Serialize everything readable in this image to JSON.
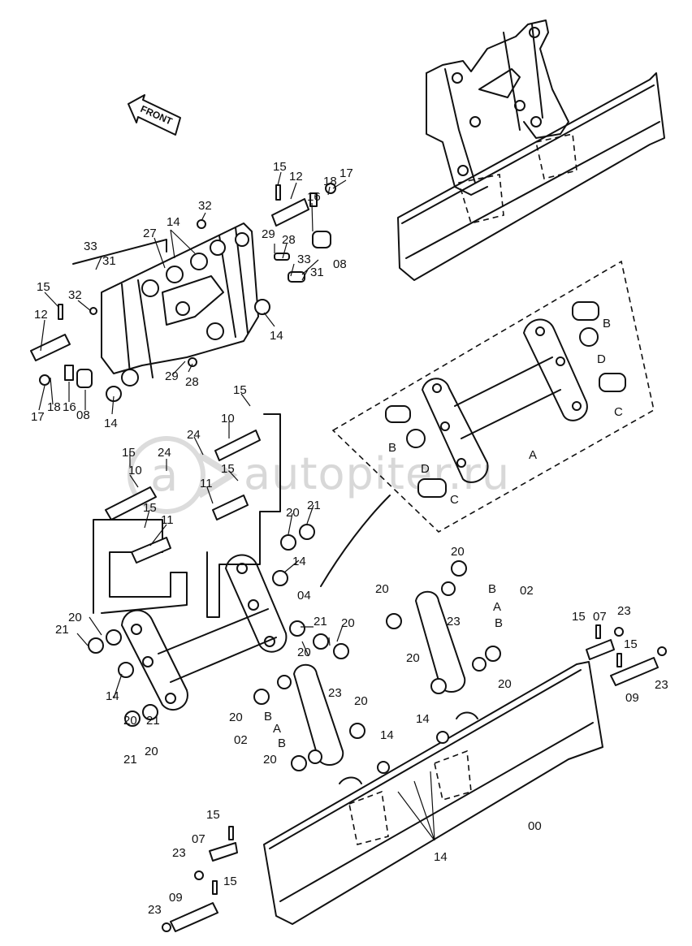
{
  "watermark": "autopiter.ru",
  "front_arrow_label": "FRONT",
  "callouts": [
    {
      "id": "c1",
      "text": "15"
    },
    {
      "id": "c2",
      "text": "12"
    },
    {
      "id": "c3",
      "text": "18"
    },
    {
      "id": "c4",
      "text": "17"
    },
    {
      "id": "c5",
      "text": "32"
    },
    {
      "id": "c6",
      "text": "14"
    },
    {
      "id": "c7",
      "text": "27"
    },
    {
      "id": "c8",
      "text": "16"
    },
    {
      "id": "c9",
      "text": "29"
    },
    {
      "id": "c10",
      "text": "28"
    },
    {
      "id": "c11",
      "text": "33"
    },
    {
      "id": "c12",
      "text": "08"
    },
    {
      "id": "c13",
      "text": "33"
    },
    {
      "id": "c14",
      "text": "31"
    },
    {
      "id": "c15",
      "text": "31"
    },
    {
      "id": "c16",
      "text": "15"
    },
    {
      "id": "c17",
      "text": "32"
    },
    {
      "id": "c18",
      "text": "12"
    },
    {
      "id": "c19",
      "text": "14"
    },
    {
      "id": "c20",
      "text": "29"
    },
    {
      "id": "c21",
      "text": "28"
    },
    {
      "id": "c22",
      "text": "17"
    },
    {
      "id": "c23",
      "text": "18"
    },
    {
      "id": "c24",
      "text": "16"
    },
    {
      "id": "c25",
      "text": "08"
    },
    {
      "id": "c26",
      "text": "14"
    },
    {
      "id": "c27",
      "text": "15"
    },
    {
      "id": "c28",
      "text": "10"
    },
    {
      "id": "c29",
      "text": "24"
    },
    {
      "id": "c30",
      "text": "15"
    },
    {
      "id": "c31",
      "text": "24"
    },
    {
      "id": "c32",
      "text": "10"
    },
    {
      "id": "c33",
      "text": "15"
    },
    {
      "id": "c34",
      "text": "11"
    },
    {
      "id": "c35",
      "text": "15"
    },
    {
      "id": "c36",
      "text": "11"
    },
    {
      "id": "c37",
      "text": "20"
    },
    {
      "id": "c38",
      "text": "21"
    },
    {
      "id": "c39",
      "text": "14"
    },
    {
      "id": "c40",
      "text": "04"
    },
    {
      "id": "c41",
      "text": "20"
    },
    {
      "id": "c42",
      "text": "21"
    },
    {
      "id": "c43",
      "text": "14"
    },
    {
      "id": "c44",
      "text": "21"
    },
    {
      "id": "c45",
      "text": "20"
    },
    {
      "id": "c46",
      "text": "20"
    },
    {
      "id": "c47",
      "text": "21"
    },
    {
      "id": "c48",
      "text": "20"
    },
    {
      "id": "c49",
      "text": "20"
    },
    {
      "id": "c50",
      "text": "20"
    },
    {
      "id": "c51",
      "text": "B"
    },
    {
      "id": "c52",
      "text": "02"
    },
    {
      "id": "c53",
      "text": "A"
    },
    {
      "id": "c54",
      "text": "23"
    },
    {
      "id": "c55",
      "text": "B"
    },
    {
      "id": "c56",
      "text": "20"
    },
    {
      "id": "c57",
      "text": "20"
    },
    {
      "id": "c58",
      "text": "23"
    },
    {
      "id": "c59",
      "text": "20"
    },
    {
      "id": "c60",
      "text": "B"
    },
    {
      "id": "c61",
      "text": "A"
    },
    {
      "id": "c62",
      "text": "02"
    },
    {
      "id": "c63",
      "text": "B"
    },
    {
      "id": "c64",
      "text": "20"
    },
    {
      "id": "c65",
      "text": "20"
    },
    {
      "id": "c66",
      "text": "14"
    },
    {
      "id": "c67",
      "text": "14"
    },
    {
      "id": "c68",
      "text": "15"
    },
    {
      "id": "c69",
      "text": "07"
    },
    {
      "id": "c70",
      "text": "23"
    },
    {
      "id": "c71",
      "text": "15"
    },
    {
      "id": "c72",
      "text": "23"
    },
    {
      "id": "c73",
      "text": "09"
    },
    {
      "id": "c74",
      "text": "00"
    },
    {
      "id": "c75",
      "text": "14"
    },
    {
      "id": "c76",
      "text": "15"
    },
    {
      "id": "c77",
      "text": "07"
    },
    {
      "id": "c78",
      "text": "23"
    },
    {
      "id": "c79",
      "text": "15"
    },
    {
      "id": "c80",
      "text": "09"
    },
    {
      "id": "c81",
      "text": "23"
    },
    {
      "id": "c82",
      "text": "B"
    },
    {
      "id": "c83",
      "text": "D"
    },
    {
      "id": "c84",
      "text": "C"
    },
    {
      "id": "c85",
      "text": "B"
    },
    {
      "id": "c86",
      "text": "D"
    },
    {
      "id": "c87",
      "text": "A"
    },
    {
      "id": "c88",
      "text": "C"
    },
    {
      "id": "c89",
      "text": "20"
    },
    {
      "id": "c90",
      "text": "21"
    }
  ]
}
